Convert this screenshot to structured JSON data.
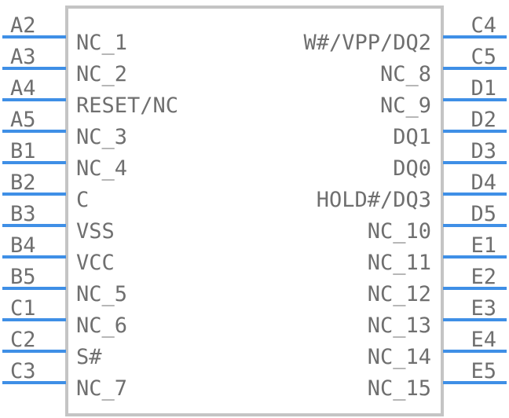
{
  "component": {
    "left_pins": [
      {
        "number": "A2",
        "name": "NC_1"
      },
      {
        "number": "A3",
        "name": "NC_2"
      },
      {
        "number": "A4",
        "name": "RESET/NC"
      },
      {
        "number": "A5",
        "name": "NC_3"
      },
      {
        "number": "B1",
        "name": "NC_4"
      },
      {
        "number": "B2",
        "name": "C"
      },
      {
        "number": "B3",
        "name": "VSS"
      },
      {
        "number": "B4",
        "name": "VCC"
      },
      {
        "number": "B5",
        "name": "NC_5"
      },
      {
        "number": "C1",
        "name": "NC_6"
      },
      {
        "number": "C2",
        "name": "S#"
      },
      {
        "number": "C3",
        "name": "NC_7"
      }
    ],
    "right_pins": [
      {
        "number": "C4",
        "name": "W#/VPP/DQ2"
      },
      {
        "number": "C5",
        "name": "NC_8"
      },
      {
        "number": "D1",
        "name": "NC_9"
      },
      {
        "number": "D2",
        "name": "DQ1"
      },
      {
        "number": "D3",
        "name": "DQ0"
      },
      {
        "number": "D4",
        "name": "HOLD#/DQ3"
      },
      {
        "number": "D5",
        "name": "NC_10"
      },
      {
        "number": "E1",
        "name": "NC_11"
      },
      {
        "number": "E2",
        "name": "NC_12"
      },
      {
        "number": "E3",
        "name": "NC_13"
      },
      {
        "number": "E4",
        "name": "NC_14"
      },
      {
        "number": "E5",
        "name": "NC_15"
      }
    ]
  },
  "colors": {
    "pin_line": "#3f8fe6",
    "body_outline": "#c4c4c4",
    "text": "#6f6f6f"
  }
}
